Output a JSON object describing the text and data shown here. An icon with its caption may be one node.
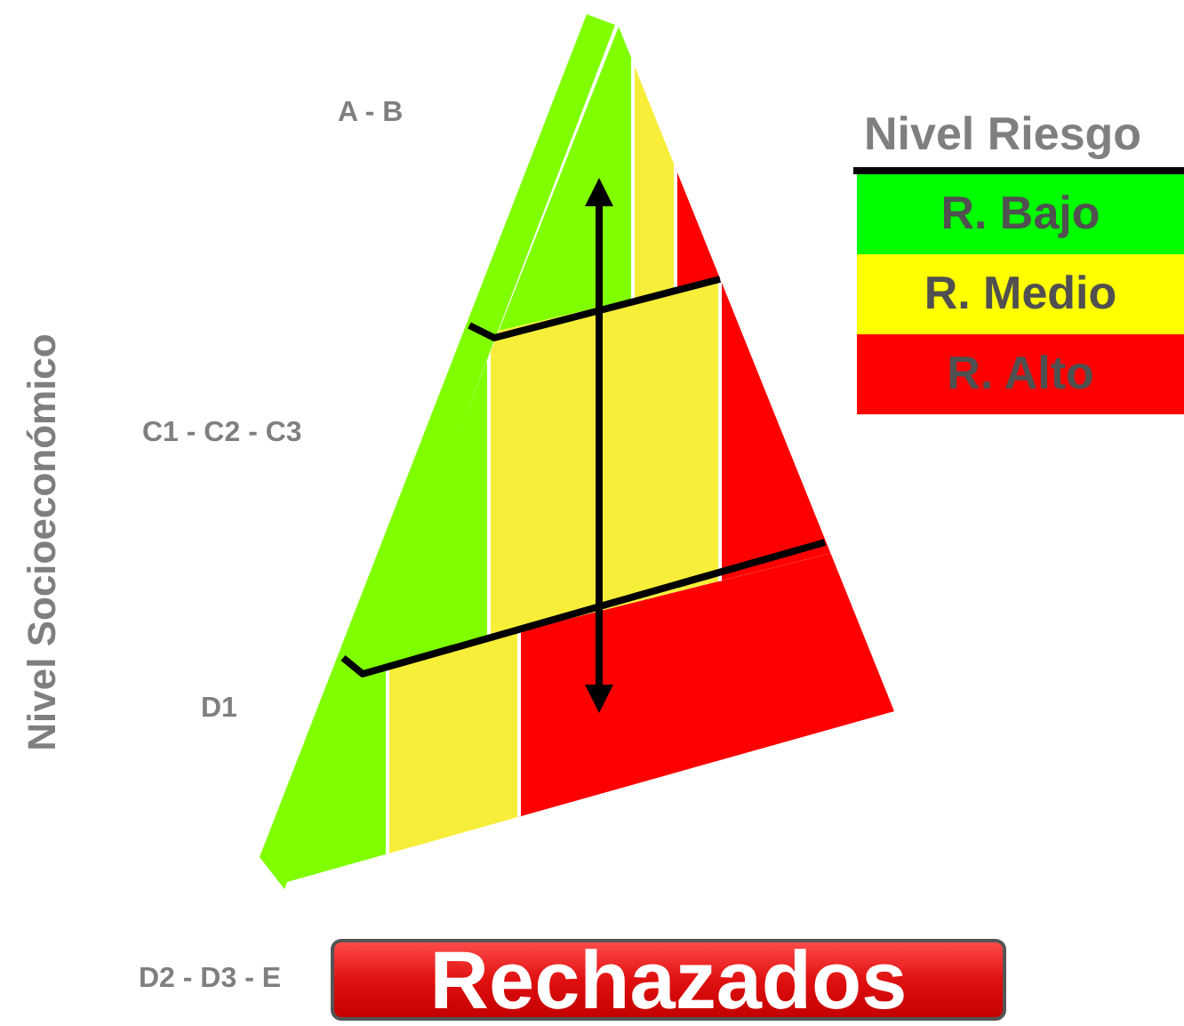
{
  "diagram": {
    "nodes": [
      {
        "text": [
          "Rechazados"
        ]
      }
    ],
    "edges": [],
    "labels": [
      "A - B",
      "C1 - C2 - C3",
      "D1",
      "D2 - D3 - E",
      "Nivel Socioeconómico",
      "Nivel Riesgo"
    ],
    "legend": [
      {
        "text": "R. Bajo",
        "color": "#00ff00"
      },
      {
        "text": "R. Medio",
        "color": "#ffff00"
      },
      {
        "text": "R. Alto",
        "color": "#ff0000"
      }
    ]
  }
}
